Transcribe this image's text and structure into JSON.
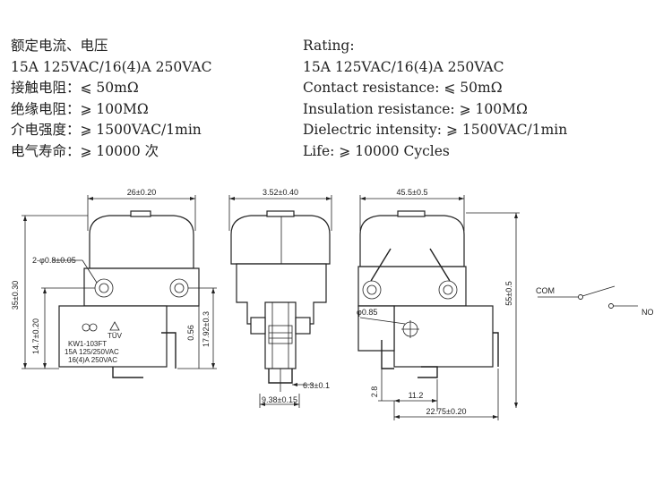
{
  "specs_cn": [
    "额定电流、电压",
    "15A 125VAC/16(4)A 250VAC",
    "接触电阻：⩽ 50mΩ",
    "绝缘电阻：⩾ 100MΩ",
    "介电强度：⩾ 1500VAC/1min",
    "电气寿命：⩾ 10000 次"
  ],
  "specs_en": [
    "Rating:",
    "15A 125VAC/16(4)A 250VAC",
    "Contact resistance: ⩽ 50mΩ",
    "Insulation resistance: ⩾ 100MΩ",
    "Dielectric intensity: ⩾ 1500VAC/1min",
    "Life: ⩾ 10000 Cycles"
  ],
  "front_view": {
    "width_dim": "26±0.20",
    "hole_dim": "2-φ0.8±0.05",
    "height_dim": "35±0.30",
    "body_height_dim": "14.7±0.20",
    "pin_dim": "0.56",
    "pin_height_dim": "17.92±0.3",
    "label_model": "KW1-103FT",
    "label_rating1": "15A   125/250VAC",
    "label_rating2": "16(4)A  250VAC"
  },
  "side_view": {
    "width_dim": "3.52±0.40",
    "foot_dim": "6.3±0.1",
    "base_dim": "9.38±0.15"
  },
  "back_view": {
    "width_dim": "45.5±0.5",
    "height_dim": "55±0.5",
    "hole_dim": "φ0.85",
    "offset_dim": "2.8",
    "pin_dim": "11.2",
    "base_dim": "22.75±0.20"
  },
  "schematic": {
    "com_label": "COM",
    "no_label": "NO"
  }
}
